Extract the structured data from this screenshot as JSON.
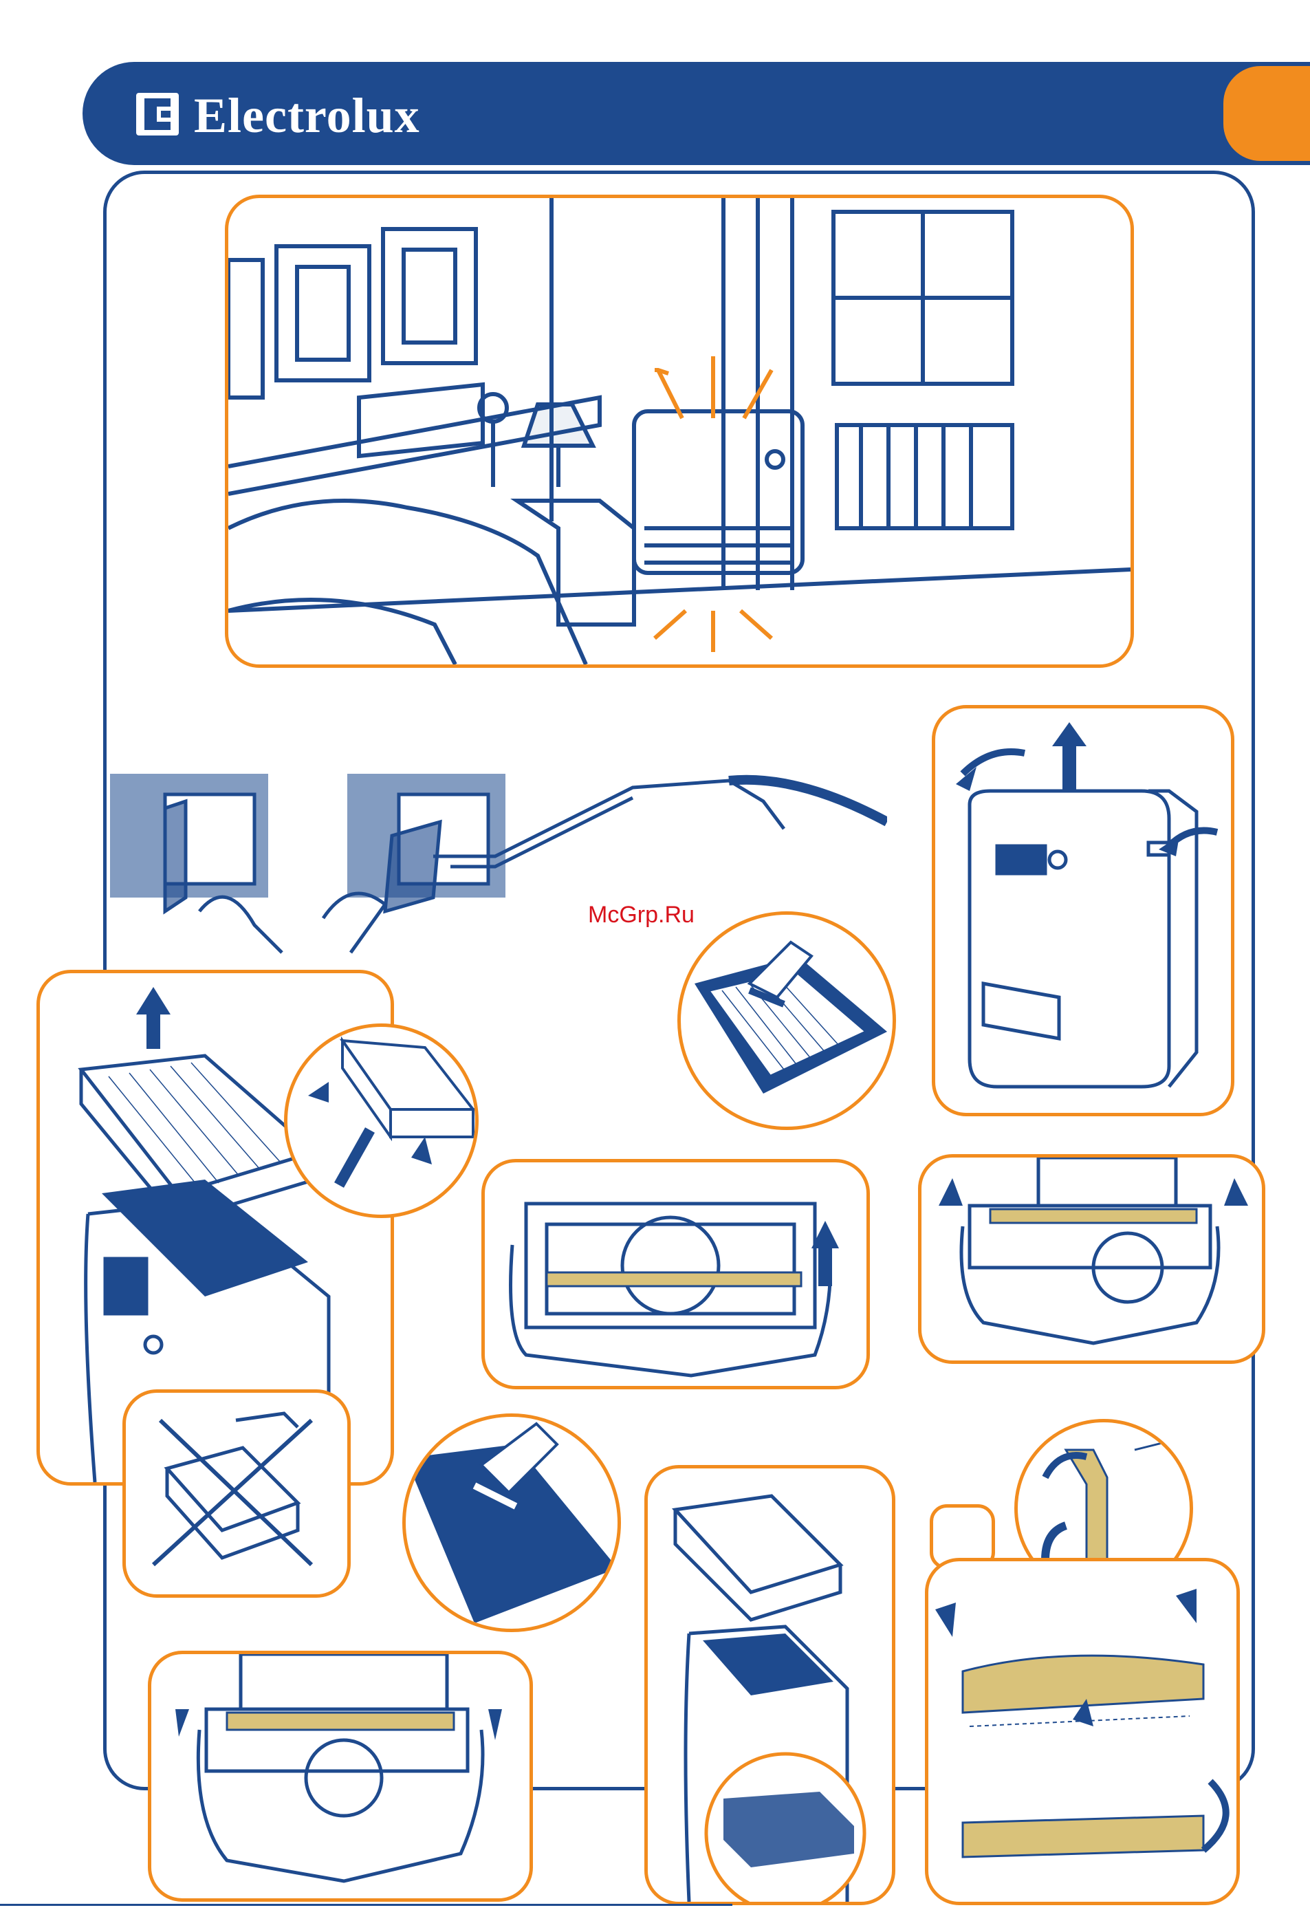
{
  "header": {
    "brand_name": "Electrolux",
    "logo_icon": "electrolux-logo-icon",
    "tab_color": "#f28c1e"
  },
  "watermark": {
    "text": "McGrp.Ru"
  },
  "colors": {
    "brand_blue": "#1e4a8e",
    "accent_orange": "#f28c1e",
    "filter_tan": "#d9c27a"
  },
  "illustrations": [
    "bedroom-air-purifier-airflow",
    "remove-front-cover",
    "vacuum-filter-cover",
    "open-top-lid",
    "lift-hepa-filter",
    "brush-filter-edges",
    "vacuum-filter-surface",
    "no-water-washing",
    "lift-prefilter-frame",
    "raise-carbon-filter",
    "vacuum-inner-surface",
    "lower-filter-frame",
    "reinsert-filter",
    "rotate-filter-clip",
    "bend-filter-frame"
  ]
}
